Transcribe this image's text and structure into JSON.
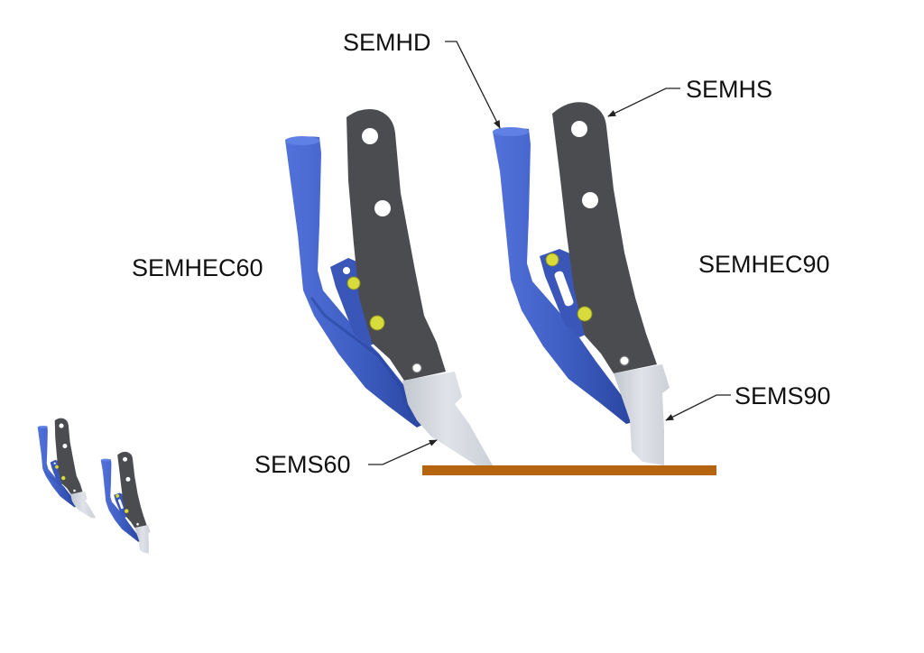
{
  "labels": {
    "semhd": "SEMHD",
    "semhs": "SEMHS",
    "semhec60": "SEMHEC60",
    "semhec90": "SEMHEC90",
    "sems60": "SEMS60",
    "sems90": "SEMS90"
  },
  "colors": {
    "tube_blue": "#3f5fc4",
    "tube_blue_dark": "#2a45a0",
    "shank_gray": "#4a4c50",
    "point_silver": "#d3d7de",
    "bolt_yellow": "#d7dc3c",
    "ground_brown": "#b5640f"
  }
}
